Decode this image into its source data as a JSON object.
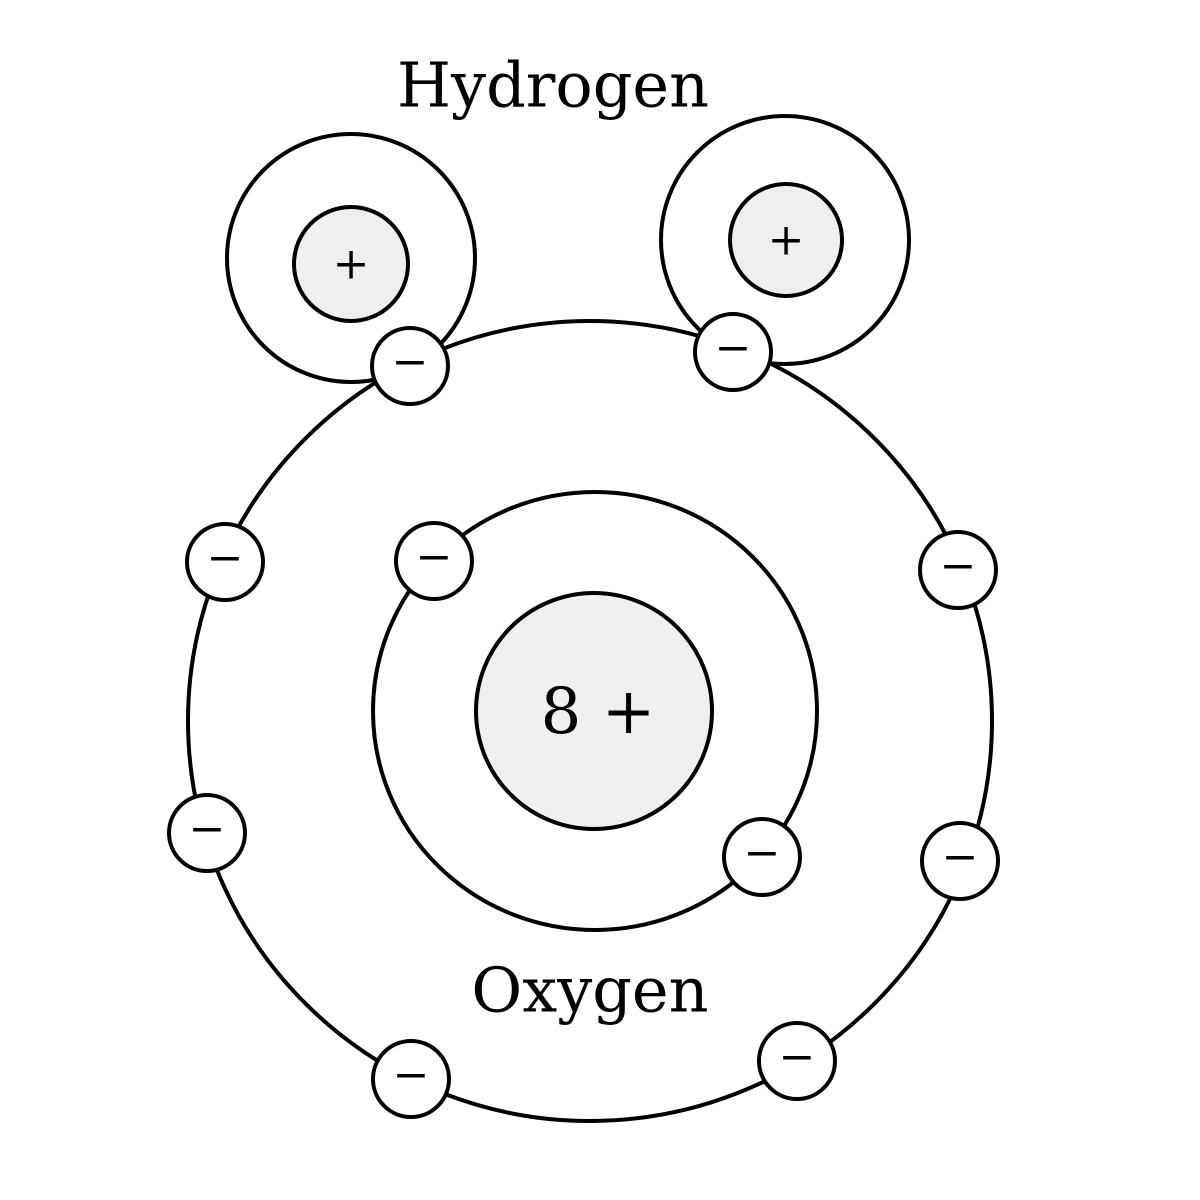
{
  "labels": {
    "hydrogen": "Hydrogen",
    "oxygen": "Oxygen"
  },
  "oxygen_nucleus": "8 +",
  "proton_sign": "+",
  "electron_sign": "−",
  "colors": {
    "nucleus_fill": "#efefef",
    "stroke": "#000000"
  }
}
